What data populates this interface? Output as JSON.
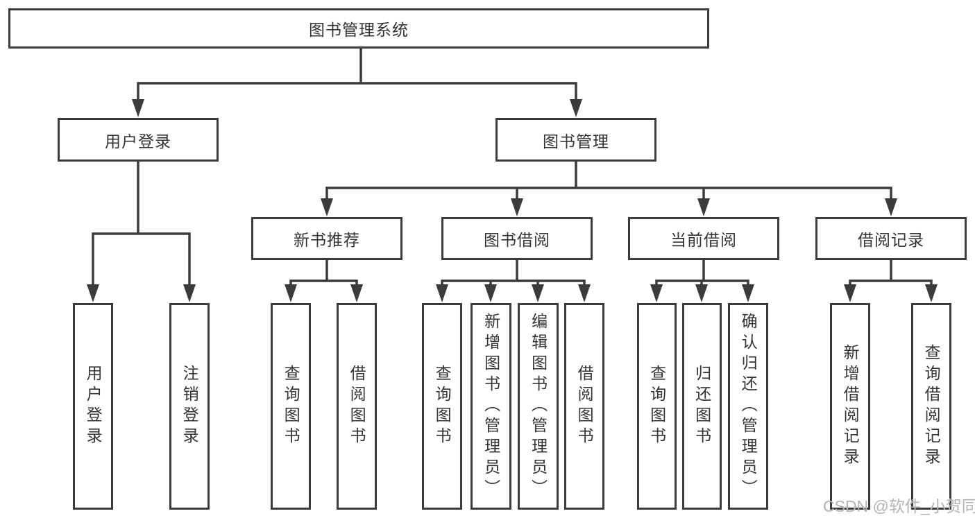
{
  "tree": {
    "label": "图书管理系统",
    "children": [
      {
        "label": "用户登录",
        "children": [
          {
            "label": "用户登录"
          },
          {
            "label": "注销登录"
          }
        ]
      },
      {
        "label": "图书管理",
        "children": [
          {
            "label": "新书推荐",
            "children": [
              {
                "label": "查询图书"
              },
              {
                "label": "借阅图书"
              }
            ]
          },
          {
            "label": "图书借阅",
            "children": [
              {
                "label": "查询图书"
              },
              {
                "label": "新增图书（管理员）"
              },
              {
                "label": "编辑图书（管理员）"
              },
              {
                "label": "借阅图书"
              }
            ]
          },
          {
            "label": "当前借阅",
            "children": [
              {
                "label": "查询图书"
              },
              {
                "label": "归还图书"
              },
              {
                "label": "确认归还（管理员）"
              }
            ]
          },
          {
            "label": "借阅记录",
            "children": [
              {
                "label": "新增借阅记录"
              },
              {
                "label": "查询借阅记录"
              }
            ]
          }
        ]
      }
    ]
  },
  "watermark": {
    "text": "CSDN @软件_小贺同学"
  },
  "colors": {
    "line": "#3b3b3b",
    "text": "#333333",
    "watermark_text": "#b3b3b3",
    "background": "#ffffff"
  }
}
